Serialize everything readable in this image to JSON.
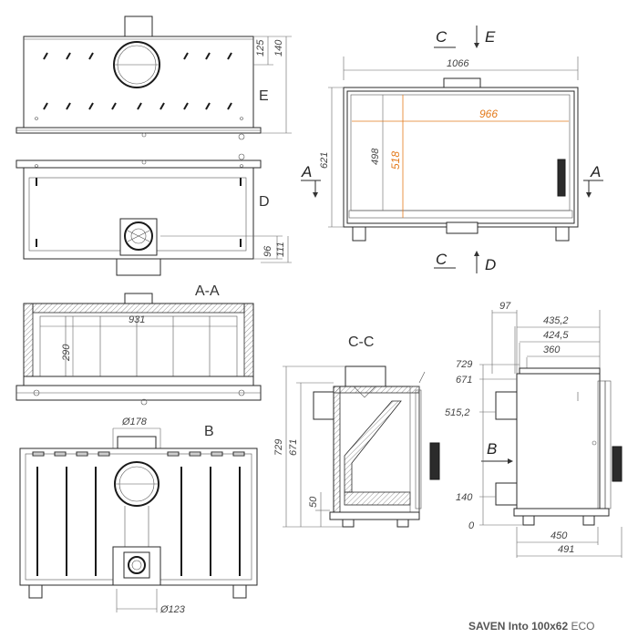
{
  "views": {
    "e": "E",
    "d": "D",
    "aa": "A-A",
    "b": "B",
    "cc": "C-C",
    "front": {
      "top_c": "C",
      "top_e": "E",
      "bottom_c": "C",
      "bottom_d": "D",
      "left_a": "A",
      "right_a": "A"
    },
    "side_b": "B"
  },
  "dims": {
    "e_125": "125",
    "e_140": "140",
    "d_96": "96",
    "d_111": "111",
    "front_1066": "1066",
    "front_621": "621",
    "front_498": "498",
    "front_518": "518",
    "front_966": "966",
    "aa_931": "931",
    "aa_290": "290",
    "b_178": "Ø178",
    "b_123": "Ø123",
    "cc_729": "729",
    "cc_671": "671",
    "cc_50": "50",
    "side_97": "97",
    "side_4352": "435,2",
    "side_4245": "424,5",
    "side_360": "360",
    "side_729": "729",
    "side_671": "671",
    "side_5152": "515,2",
    "side_140": "140",
    "side_0": "0",
    "side_450": "450",
    "side_491": "491"
  },
  "caption": {
    "model": "SAVEN Into 100x62",
    "suffix": "ECO"
  }
}
